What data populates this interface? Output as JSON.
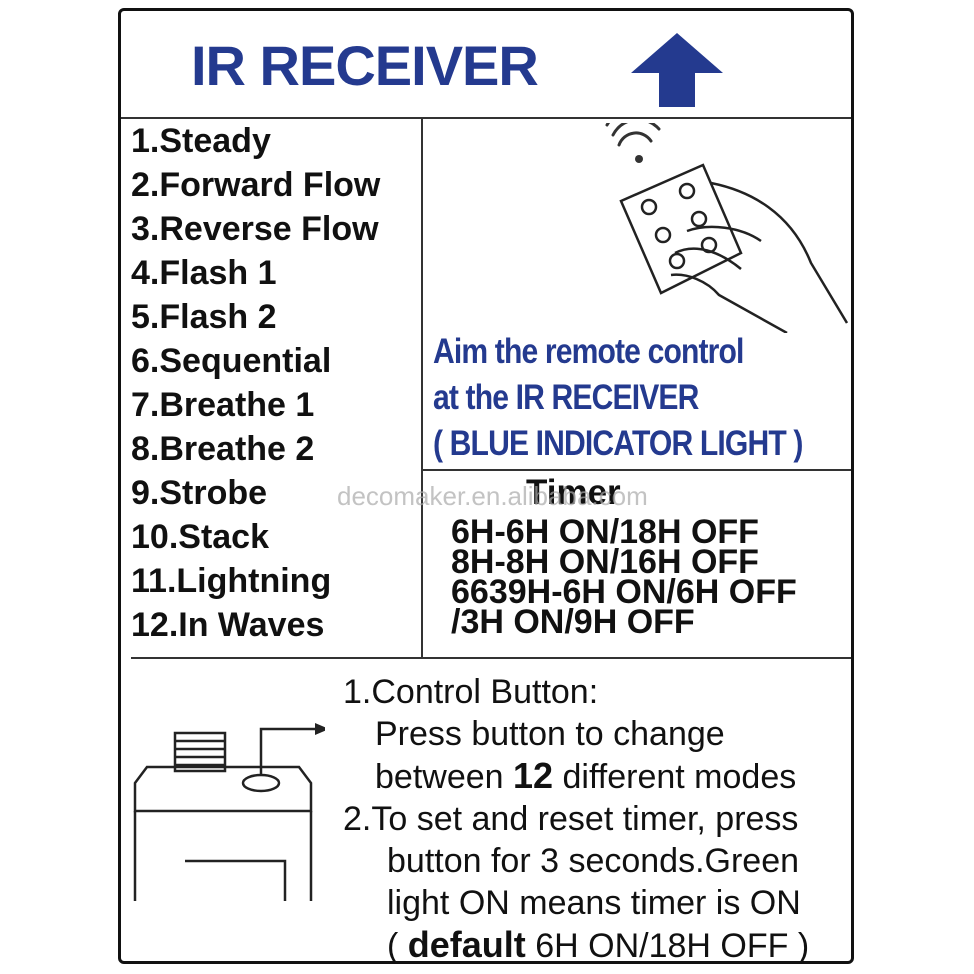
{
  "header": {
    "title": "IR RECEIVER",
    "arrow_icon": "up-arrow-icon",
    "accent_color": "#243a8f"
  },
  "modes": [
    "1.Steady",
    "2.Forward Flow",
    "3.Reverse Flow",
    "4.Flash 1",
    "5.Flash 2",
    "6.Sequential",
    "7.Breathe 1",
    "8.Breathe 2",
    "9.Strobe",
    "10.Stack",
    "11.Lightning",
    "12.In Waves"
  ],
  "aim": {
    "line1": "Aim the remote control",
    "line2": "at the IR RECEIVER",
    "line3": "( BLUE INDICATOR LIGHT )",
    "illustration": "hand-holding-remote-icon"
  },
  "timer": {
    "title": "Timer",
    "options": [
      "6H-6H ON/18H OFF",
      "8H-8H ON/16H OFF",
      "6639H-6H ON/6H OFF",
      "/3H ON/9H OFF"
    ]
  },
  "watermark": "decomaker.en.alibaba.com",
  "instructions": {
    "item1_title": "1.Control Button:",
    "item1_line1": "Press button to change",
    "item1_line2_pre": "between ",
    "item1_line2_num": "12",
    "item1_line2_post": " different modes",
    "item2_line1": "2.To set and reset timer, press",
    "item2_line2": "button for 3 seconds.Green",
    "item2_line3": "light ON means timer is ON",
    "item2_line4_pre": "( ",
    "item2_line4_bold": "default",
    "item2_line4_post": " 6H ON/18H OFF )",
    "device_illustration": "controller-device-icon"
  }
}
